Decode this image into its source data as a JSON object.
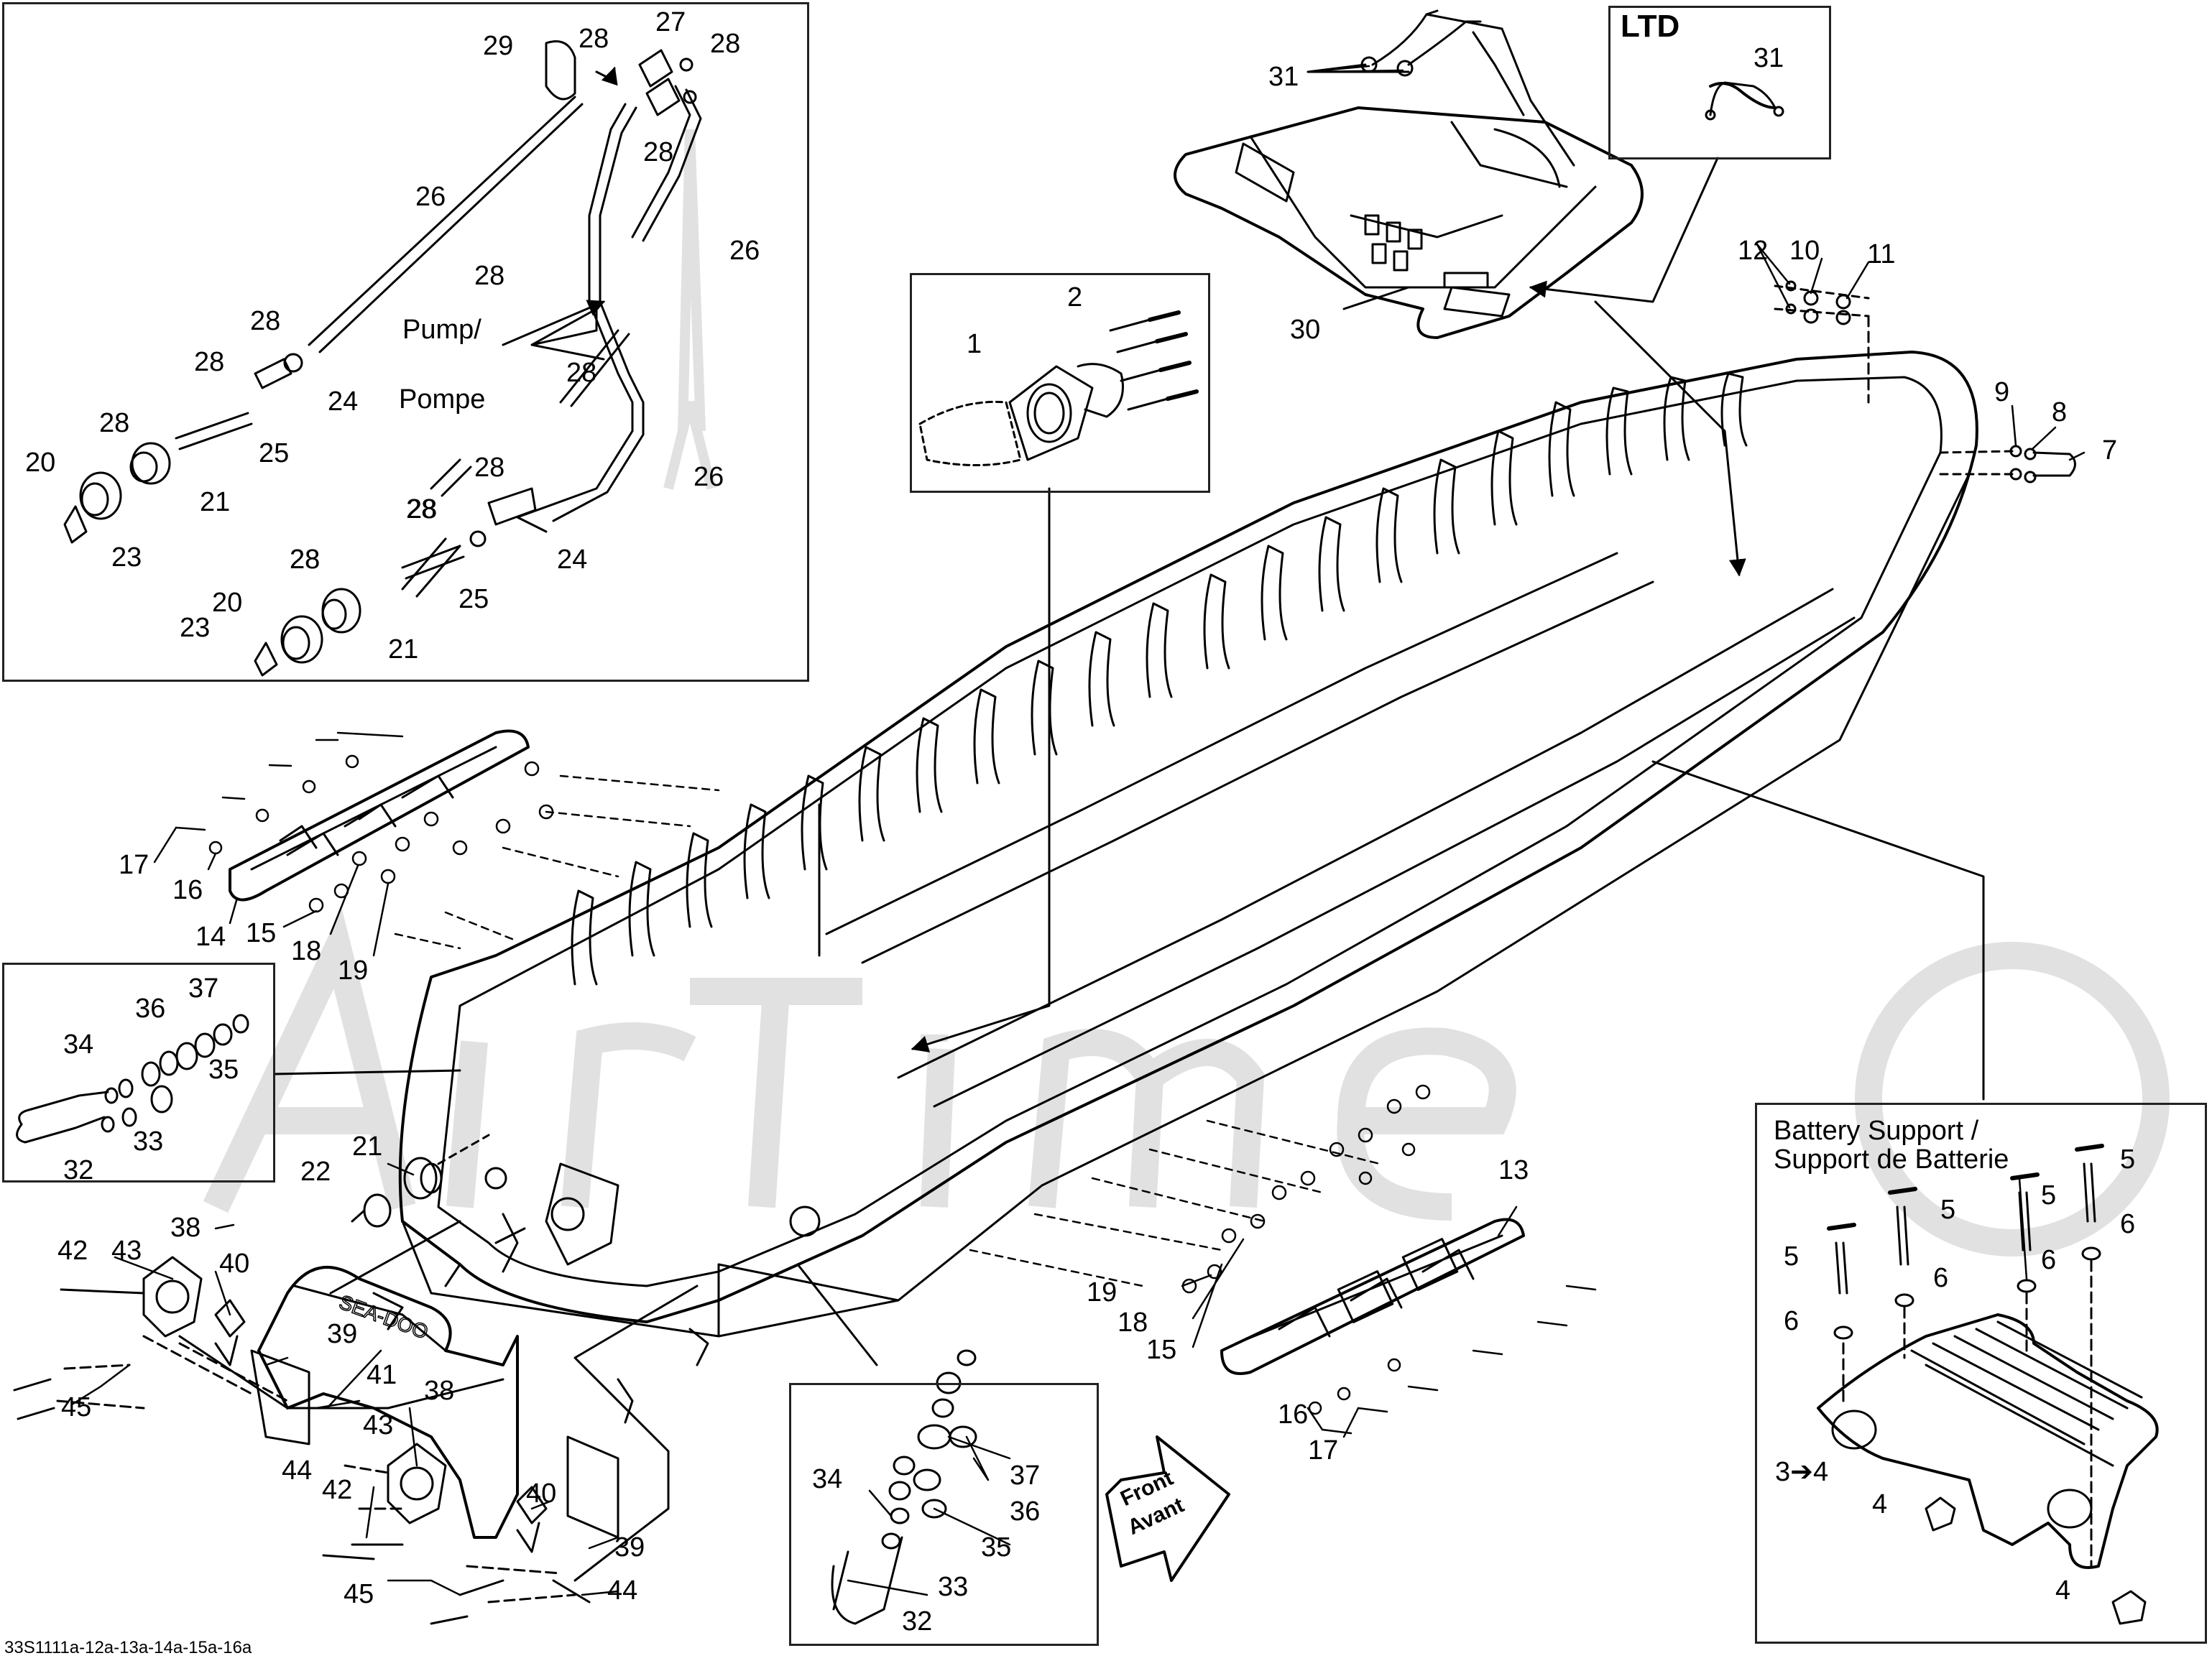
{
  "figure": {
    "reference_code": "33S1111a-12a-13a-14a-15a-16a",
    "watermark": "AirTime"
  },
  "insets": {
    "top_left": {
      "labels": [
        "29",
        "27",
        "28",
        "28",
        "28",
        "28",
        "26",
        "26",
        "28",
        "28",
        "28",
        "28",
        "28",
        "24",
        "28",
        "25",
        "21",
        "20",
        "23",
        "26",
        "28",
        "28",
        "24",
        "25",
        "28",
        "20",
        "21",
        "23"
      ],
      "pump_label_line1": "Pump/",
      "pump_label_line2": "Pompe"
    },
    "flange": {
      "labels": [
        "2",
        "1"
      ]
    },
    "ltd": {
      "title": "LTD",
      "labels": [
        "31"
      ]
    },
    "left_mid": {
      "labels": [
        "37",
        "36",
        "34",
        "35",
        "33",
        "32"
      ]
    },
    "bottom_center": {
      "labels": [
        "34",
        "37",
        "36",
        "35",
        "33",
        "32"
      ]
    },
    "battery": {
      "title_line1": "Battery Support /",
      "title_line2": "Support de Batterie",
      "labels": [
        "5",
        "5",
        "5",
        "5",
        "6",
        "6",
        "6",
        "6",
        "3➔4",
        "4",
        "4"
      ]
    }
  },
  "main_labels": [
    "31",
    "30",
    "12",
    "10",
    "11",
    "9",
    "8",
    "7",
    "17",
    "16",
    "14",
    "15",
    "18",
    "19",
    "21",
    "22",
    "42",
    "43",
    "38",
    "40",
    "39",
    "41",
    "45",
    "38",
    "43",
    "44",
    "42",
    "40",
    "39",
    "45",
    "44",
    "13",
    "19",
    "18",
    "15",
    "16",
    "17"
  ],
  "direction_arrow": {
    "line1": "Front",
    "line2": "Avant"
  },
  "colors": {
    "line": "#000000",
    "watermark": "#d9d9d9",
    "background": "#ffffff"
  },
  "icons": [
    "front-direction-arrow-icon",
    "seat-icon",
    "hull-icon",
    "bumper-icon",
    "battery-support-icon"
  ]
}
